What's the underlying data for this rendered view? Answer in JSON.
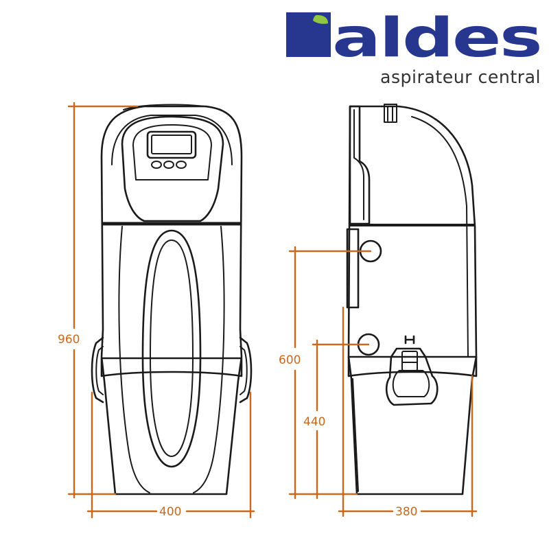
{
  "brand": {
    "name": "aldes",
    "tagline": "aspirateur central",
    "color_primary": "#27378f",
    "color_leaf": "#8fc742",
    "color_text": "#333333"
  },
  "dimensions": {
    "front_height": "960",
    "front_width": "400",
    "side_upper_inlet_height": "600",
    "side_lower_inlet_height": "440",
    "side_depth": "380",
    "unit_color": "#c8691e"
  }
}
